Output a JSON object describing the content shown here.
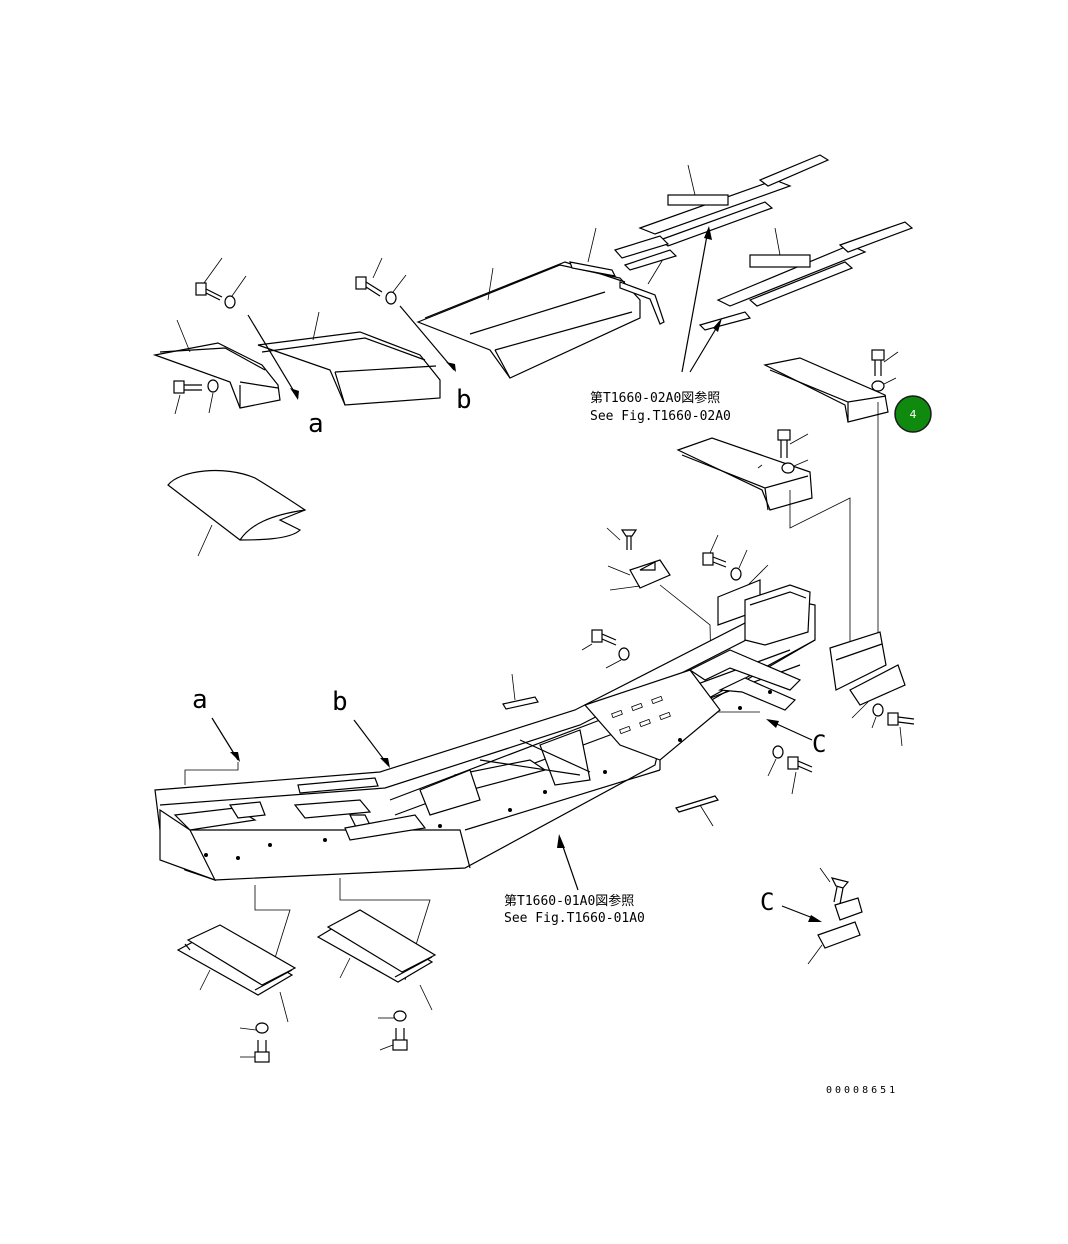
{
  "diagram": {
    "ref_top": {
      "jp": "第T1660-02A0図参照",
      "en": "See Fig.T1660-02A0"
    },
    "ref_bottom": {
      "jp": "第T1660-01A0図参照",
      "en": "See Fig.T1660-01A0"
    },
    "view_labels": {
      "a_top": "a",
      "b_top": "b",
      "a_frame": "a",
      "b_frame": "b",
      "c_frame": "C",
      "c_detail": "C"
    },
    "callout": {
      "number": "4",
      "color": "#0f8a0f"
    },
    "drawing_number": "00008651"
  }
}
